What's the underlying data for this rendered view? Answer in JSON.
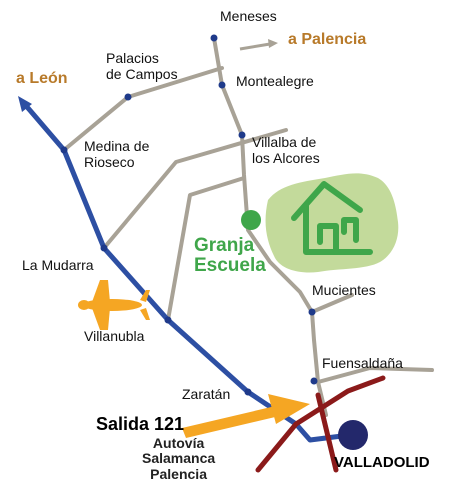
{
  "directions": {
    "leon": "a León",
    "palencia": "a Palencia"
  },
  "towns": {
    "meneses": "Meneses",
    "palacios": "Palacios\nde Campos",
    "montealegre": "Montealegre",
    "medina": "Medina de\nRioseco",
    "villalba": "Villalba de\nlos Alcores",
    "mudarra": "La Mudarra",
    "villanubla": "Villanubla",
    "mucientes": "Mucientes",
    "fuensaldana": "Fuensaldaña",
    "zaratan": "Zaratán",
    "valladolid": "VALLADOLID"
  },
  "destination": {
    "name": "Granja\nEscuela"
  },
  "exit": {
    "label": "Salida 121",
    "highways": "Autovía\nSalamanca\nPalencia"
  },
  "colors": {
    "highway_n601": "#2d4fa3",
    "road_secondary": "#a8a296",
    "highway_ring": "#8b1a1a",
    "airport": "#f5a623",
    "exit_arrow": "#f5a623",
    "farm_green": "#3fa64a",
    "farm_patch": "#b9d48a",
    "city_dot": "#23286b",
    "town_dot": "#1f3a8a",
    "direction_text": "#b87a2a"
  },
  "icons": {
    "airport": "airplane-icon",
    "farm": "house-icon"
  }
}
